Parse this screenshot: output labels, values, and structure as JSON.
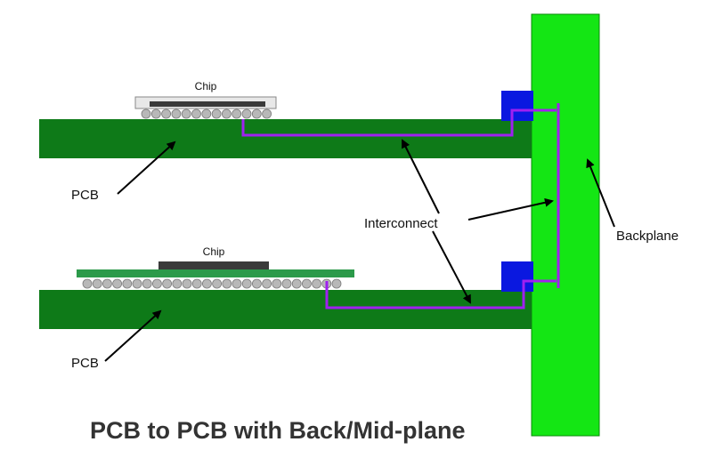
{
  "labels": {
    "chip_top": "Chip",
    "chip_bottom": "Chip",
    "pcb_top": "PCB",
    "pcb_bottom": "PCB",
    "interconnect": "Interconnect",
    "backplane": "Backplane"
  },
  "title": "PCB to PCB with Back/Mid-plane",
  "colors": {
    "pcb": "#0e7a18",
    "backplane": "#14e614",
    "trace": "#a020f0",
    "connector": "#0a18e0",
    "chip_die": "#3a3a3a",
    "chip_carrier_top": "#e8e8e8",
    "chip_carrier_bottom": "#2c9a4a",
    "solder_ball": "#b8b8b8"
  }
}
